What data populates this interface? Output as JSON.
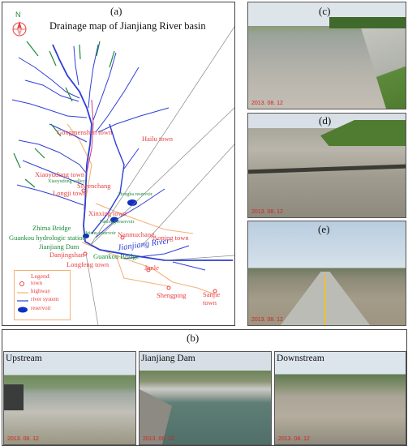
{
  "figure": {
    "labels": {
      "a": "(a)",
      "b": "(b)",
      "c": "(c)",
      "d": "(d)",
      "e": "(e)"
    }
  },
  "map": {
    "title": "Drainage map of Jianjiang River basin",
    "north": "N",
    "river_label": "Jianjiang River",
    "towns": [
      "Gongmenshan town",
      "Hailu town",
      "Xiaoyudong town",
      "Siwenchang",
      "Longji town",
      "Xinxing town",
      "Nanmuchang",
      "Aoping town",
      "Danjingshan",
      "Longfeng town",
      "Junle",
      "Shengping",
      "Sanjie town"
    ],
    "features": [
      "Zhima Bridge",
      "Guankou hydrologic station",
      "Jianjiang Dam",
      "Guankou Bridge",
      "Xiaoyudong valley",
      "Dongba reservoir",
      "Panlong reservoir",
      "Heishu reservoir"
    ],
    "legend": {
      "title": "Legend:",
      "items": [
        "town",
        "highway",
        "river system",
        "reservoir"
      ]
    },
    "colors": {
      "river": "#2f3fd6",
      "road": "#f5b278",
      "town": "#e64040",
      "feature_text": "#1b8a3a",
      "stream_label": "#1b8a3a"
    }
  },
  "photos": {
    "c": {
      "date": "2013. 08. 12"
    },
    "d": {
      "date": "2013. 08. 12"
    },
    "e": {
      "date": "2013. 08. 12"
    },
    "upstream": {
      "caption": "Upstream",
      "date": "2013. 08. 12"
    },
    "dam": {
      "caption": "Jianjiang Dam",
      "date": "2013. 08. 12"
    },
    "downstream": {
      "caption": "Downstream",
      "date": "2013. 08. 12"
    }
  }
}
